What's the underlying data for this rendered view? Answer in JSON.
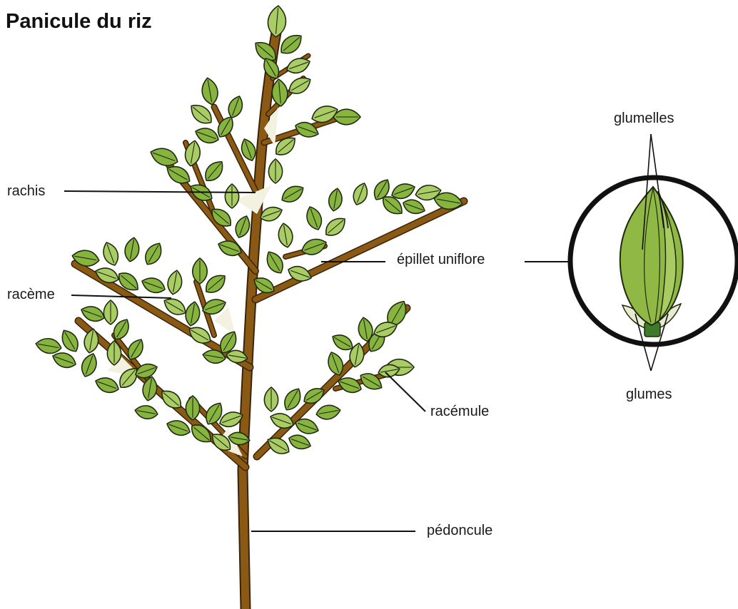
{
  "title": "Panicule du riz",
  "labels": {
    "rachis": "rachis",
    "raceme": "racème",
    "epillet": "épillet uniflore",
    "racemule": "racémule",
    "pedoncule": "pédoncule",
    "glumelles": "glumelles",
    "glumes": "glumes"
  },
  "colors": {
    "stem": "#8a5a14",
    "stem_edge": "#3a2308",
    "leaf": "#86b43e",
    "leaf_light": "#a9cc64",
    "leaf_edge": "#1f2a10",
    "glume": "#e7eccf",
    "line": "#111111"
  }
}
